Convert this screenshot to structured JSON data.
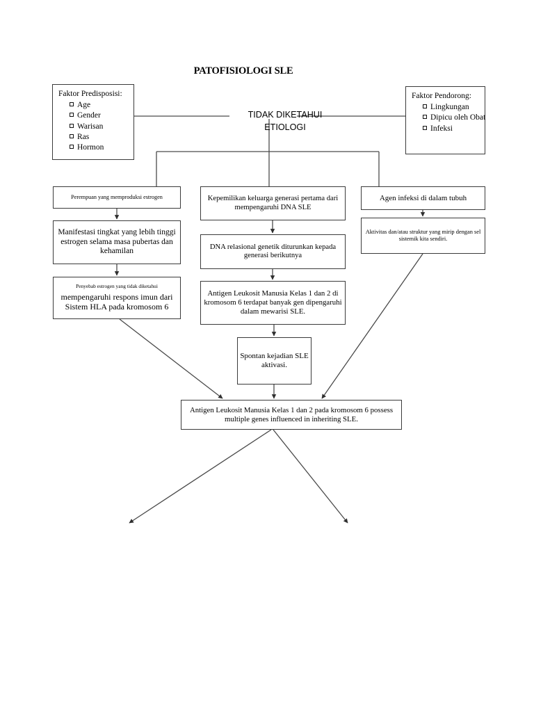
{
  "title": "PATOFISIOLOGI SLE",
  "center_label": {
    "line1": "TIDAK DIKETAHUI",
    "line2": "ETIOLOGI"
  },
  "predisposing": {
    "heading": "Faktor Predisposisi:",
    "items": [
      "Age",
      "Gender",
      "Warisan",
      "Ras",
      "Hormon"
    ]
  },
  "driving": {
    "heading": "Faktor Pendorong:",
    "items": [
      "Lingkungan",
      "Dipicu oleh Obat",
      "Infeksi"
    ]
  },
  "left_column": {
    "box1": "Perempuan yang memproduksi estrogen",
    "box2": "Manifestasi tingkat yang lebih tinggi estrogen selama masa pubertas dan kehamilan",
    "box3_small": "Penyebab estrogen yang tidak diketahui",
    "box3_big": "mempengaruhi respons imun dari Sistem HLA pada kromosom 6"
  },
  "center_column": {
    "box1": "Kepemilikan keluarga generasi pertama dari mempengaruhi DNA SLE",
    "box2": "DNA relasional genetik diturunkan kepada generasi berikutnya",
    "box3": "Antigen Leukosit Manusia Kelas 1 dan 2 di kromosom 6 terdapat banyak gen dipengaruhi dalam mewarisi SLE.",
    "box4": "Spontan kejadian SLE aktivasi."
  },
  "right_column": {
    "box1": "Agen infeksi di dalam tubuh",
    "box2": "Aktivitas dan/atau struktur yang mirip dengan sel sistemik kita sendiri."
  },
  "bottom": {
    "box": "Antigen Leukosit Manusia Kelas 1 dan 2 pada kromosom 6 possess multiple genes influenced in inheriting SLE."
  },
  "colors": {
    "stroke": "#3a3a3a",
    "line": "#4a4a4a",
    "text": "#000000",
    "background": "#ffffff"
  }
}
